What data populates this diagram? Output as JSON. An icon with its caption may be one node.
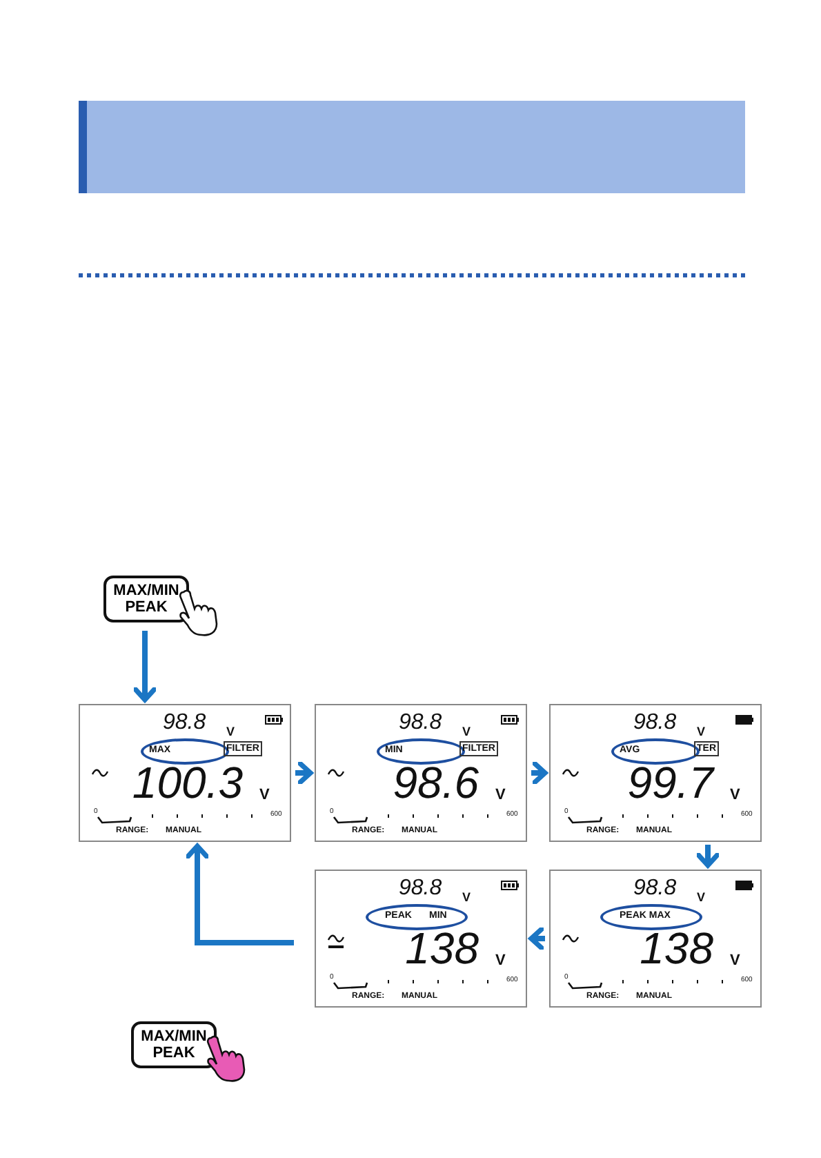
{
  "diagram": {
    "nodes": [
      {
        "text": [
          "MAX/MIN PEAK"
        ]
      },
      {
        "text": [
          "98.8",
          "V",
          "MAX",
          "FILTER",
          "100.3",
          "V",
          "0",
          "600",
          "RANGE:",
          "MANUAL"
        ]
      },
      {
        "text": [
          "98.8",
          "V",
          "MIN",
          "FILTER",
          "98.6",
          "V",
          "0",
          "600",
          "RANGE:",
          "MANUAL"
        ]
      },
      {
        "text": [
          "98.8",
          "V",
          "AVG",
          "TER",
          "99.7",
          "V",
          "0",
          "600",
          "RANGE:",
          "MANUAL"
        ]
      },
      {
        "text": [
          "98.8",
          "V",
          "PEAK MAX",
          "138",
          "V",
          "0",
          "600",
          "RANGE:",
          "MANUAL"
        ]
      },
      {
        "text": [
          "98.8",
          "V",
          "PEAK",
          "MIN",
          "138",
          "V",
          "0",
          "600",
          "RANGE:",
          "MANUAL"
        ]
      },
      {
        "text": [
          "MAX/MIN PEAK"
        ]
      }
    ],
    "edges": [
      {
        "from": 0,
        "to": 1,
        "arrow": "to"
      },
      {
        "from": 1,
        "to": 2,
        "arrow": "to"
      },
      {
        "from": 2,
        "to": 3,
        "arrow": "to"
      },
      {
        "from": 3,
        "to": 4,
        "arrow": "to"
      },
      {
        "from": 4,
        "to": 5,
        "arrow": "to"
      },
      {
        "from": 5,
        "to": 1,
        "arrow": "to"
      }
    ]
  }
}
